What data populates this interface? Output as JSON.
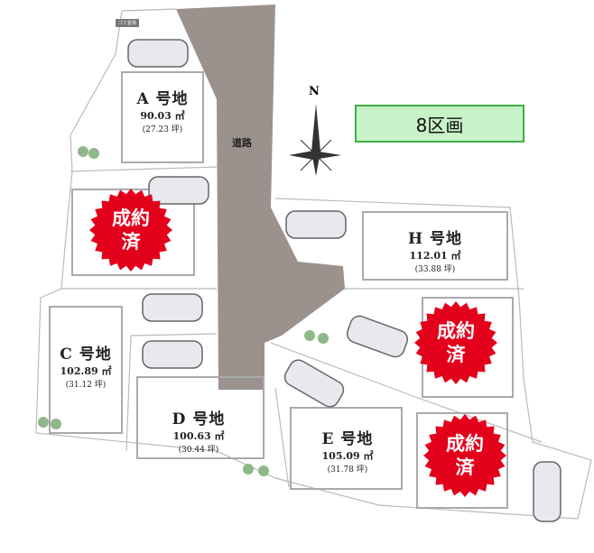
{
  "summary": {
    "label": "8区画",
    "accent": "#3cb043",
    "fill": "#c8f2c8"
  },
  "road": {
    "label": "道路",
    "color": "#9b928d"
  },
  "compass": {
    "label": "N"
  },
  "trash_label": "ゴミ置場",
  "lots": [
    {
      "name": "A 号地",
      "area": "90.03 ㎡",
      "tsubo": "(27.23 坪)"
    },
    {
      "name": "H 号地",
      "area": "112.01 ㎡",
      "tsubo": "(33.88 坪)"
    },
    {
      "name": "C 号地",
      "area": "102.89 ㎡",
      "tsubo": "(31.12 坪)"
    },
    {
      "name": "D 号地",
      "area": "100.63 ㎡",
      "tsubo": "(30.44 坪)"
    },
    {
      "name": "E 号地",
      "area": "105.09 ㎡",
      "tsubo": "(31.78 坪)"
    }
  ],
  "sold_badge": {
    "label": "成約\n済",
    "color": "#e3001b"
  }
}
